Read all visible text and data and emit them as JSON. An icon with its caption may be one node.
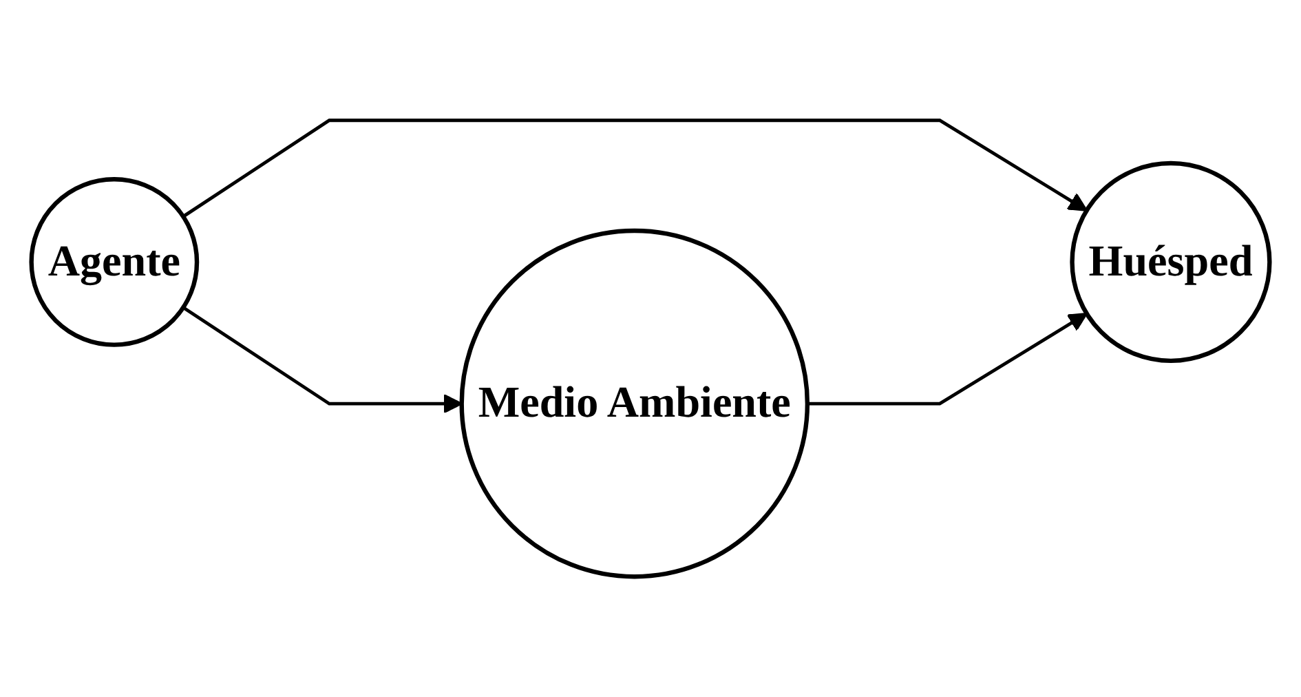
{
  "diagram": {
    "nodes": [
      {
        "text": [
          "Agente"
        ]
      },
      {
        "text": [
          "Huésped"
        ]
      },
      {
        "text": [
          "Medio Ambiente"
        ]
      }
    ],
    "edges": [
      {
        "from": 0,
        "to": 1,
        "arrow": "to"
      },
      {
        "from": 0,
        "to": 2,
        "arrow": "to"
      },
      {
        "from": 2,
        "to": 1,
        "arrow": "to"
      }
    ]
  }
}
